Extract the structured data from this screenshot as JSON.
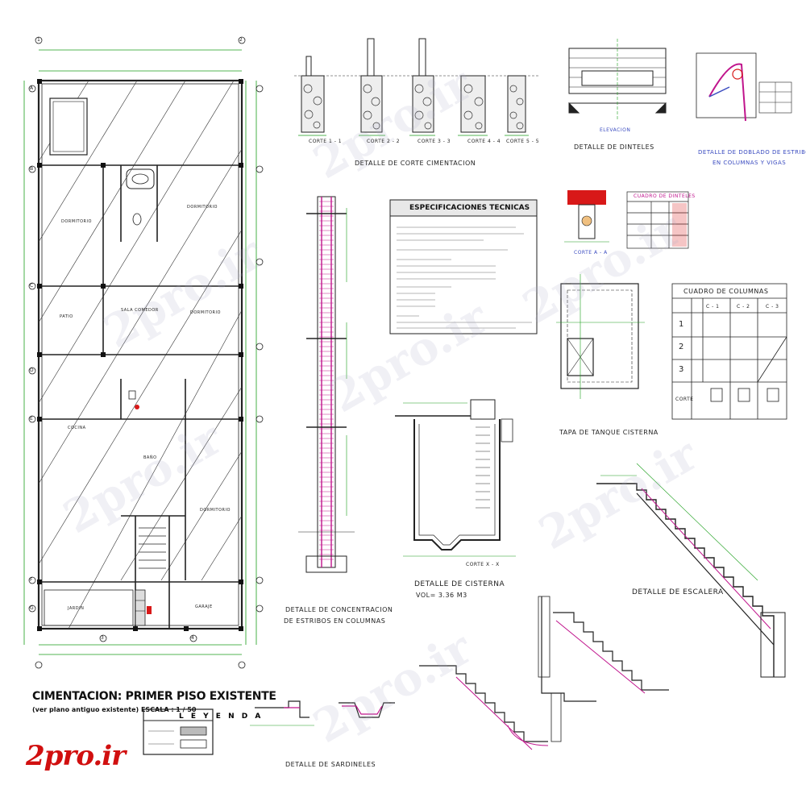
{
  "watermark": "2pro.ir",
  "logo": "2pro.ir",
  "colors": {
    "line": "#222222",
    "dimension": "#1a9e1a",
    "rebar": "#c0148c",
    "title_blue": "#3b4cc0",
    "logo": "#d10f0f",
    "red_fill": "#d81818"
  },
  "titles": {
    "main": "CIMENTACION: PRIMER PISO EXISTENTE",
    "sub": "(ver plano antiguo existente) ESCALA : 1 / 50",
    "legend": "L E Y E N D A",
    "corte_cimentacion": "DETALLE   DE   CORTE  CIMENTACION",
    "dinteles": "DETALLE    DE   DINTELES",
    "doblado_1": "DETALLE DE DOBLADO DE ESTRIBOS",
    "doblado_2": "EN COLUMNAS Y VIGAS",
    "especificaciones": "ESPECIFICACIONES TECNICAS",
    "cuadro_dinteles": "CUADRO DE DINTELES",
    "cuadro_columnas": "CUADRO   DE   COLUMNAS",
    "concentracion_1": "DETALLE DE CONCENTRACION",
    "concentracion_2": "DE ESTRIBOS EN COLUMNAS",
    "tapa": "TAPA  DE  TANQUE CISTERNA",
    "cisterna": "DETALLE DE CISTERNA",
    "cisterna_vol": "VOL= 3.36 M3",
    "escalera": "DETALLE DE ESCALERA",
    "sardineles": "DETALLE DE SARDINELES",
    "corte_aa": "CORTE  A - A",
    "corte_xx": "CORTE  X - X",
    "elevacion": "ELEVACION"
  },
  "cortes": [
    "CORTE 1 - 1",
    "CORTE 2 - 2",
    "CORTE 3 - 3",
    "CORTE 4 - 4",
    "CORTE 5 - 5"
  ],
  "columnas_table": {
    "header_cols": [
      "C - 1",
      "C - 2",
      "C - 3"
    ],
    "rows": [
      "1",
      "2",
      "3"
    ],
    "last_row": "CORTE"
  },
  "plan_rooms": [
    "DORMITORIO",
    "SALA COMEDOR",
    "COCINA",
    "PATIO",
    "JARDIN",
    "BAÑO",
    "GARAJE"
  ],
  "axis_letters": [
    "A",
    "B",
    "C",
    "D",
    "E",
    "F",
    "G"
  ],
  "axis_numbers": [
    "1",
    "2",
    "3",
    "4"
  ]
}
